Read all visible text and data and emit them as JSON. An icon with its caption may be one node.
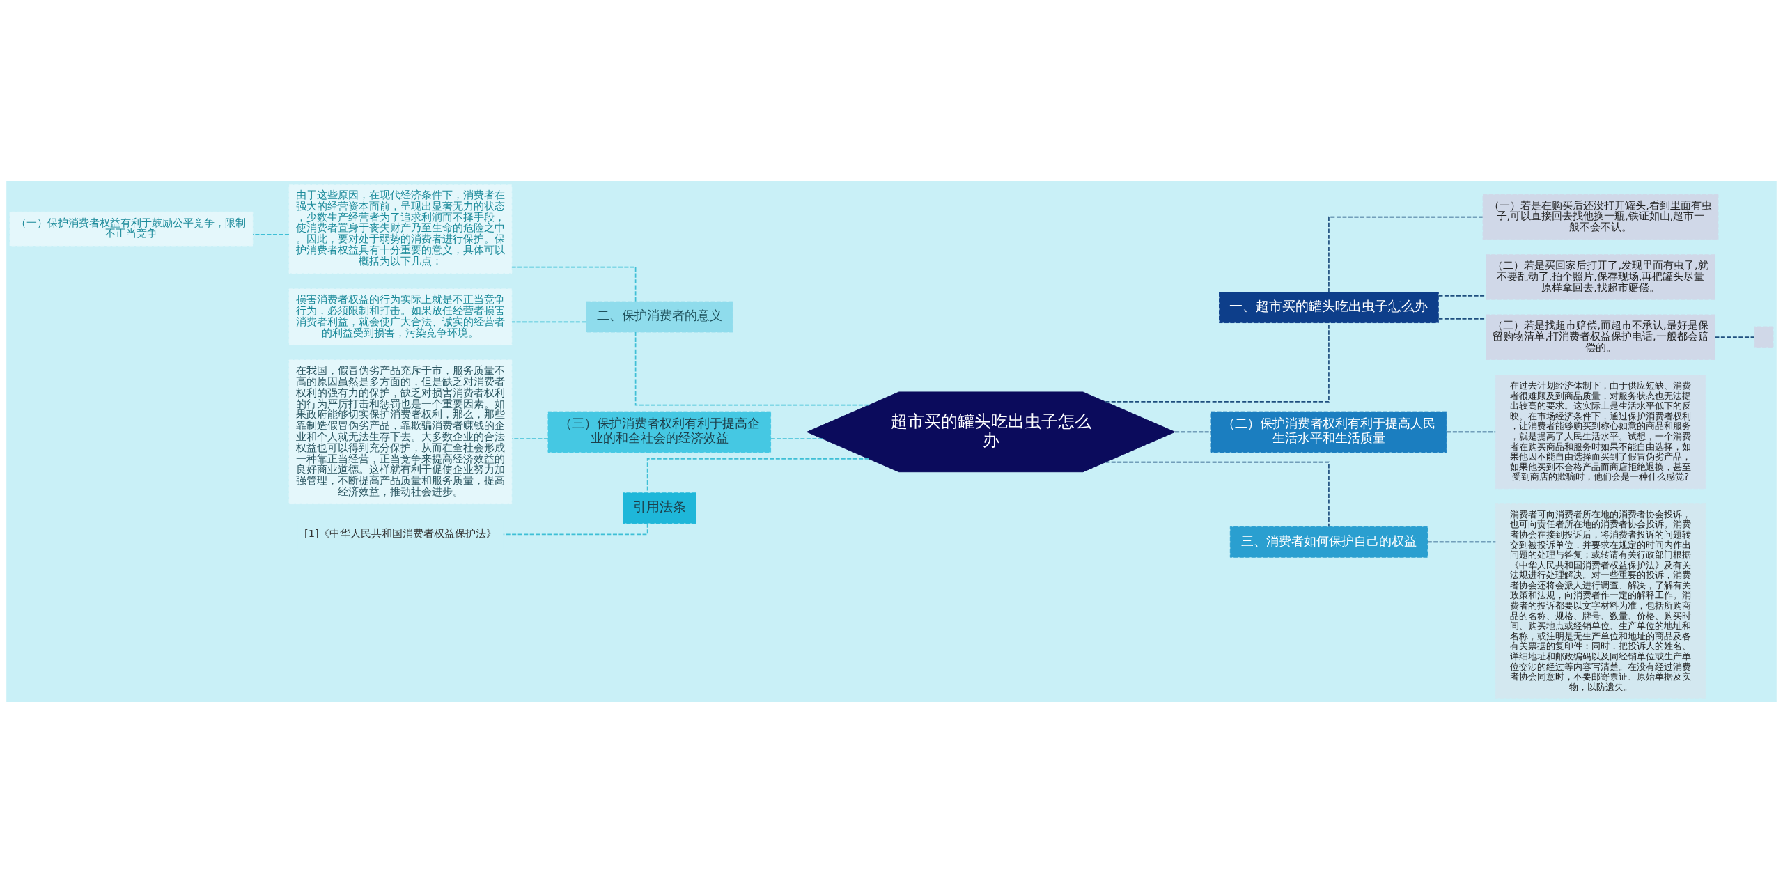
{
  "diagram": {
    "nodes": [
      {
        "text": [
          "超市买的罐头吃出虫子怎么办"
        ]
      },
      {
        "text": [
          "一、超市买的罐头吃出虫子怎么办"
        ]
      },
      {
        "text": [
          "（一）若是在购买后还没打开罐头,看到里面有虫子,可以直接回去找他换一瓶,铁证如山,超市一般不会不认。"
        ]
      },
      {
        "text": [
          "（二）若是买回家后打开了,发现里面有虫子,就不要乱动了,拍个照片,保存现场,再把罐头尽量原样拿回去,找超市赔偿。"
        ]
      },
      {
        "text": [
          "（三）若是找超市赔偿,而超市不承认,最好是保留购物清单,打消费者权益保护电话,一般都会赔偿的。"
        ]
      },
      {
        "text": [],
        "shape": "box"
      },
      {
        "text": [
          "（二）保护消费者权利有利于提高人民生活水平和生活质量"
        ]
      },
      {
        "text": [
          "在过去计划经济体制下，由于供应短缺、消费者很难顾及到商品质量，对服务状态也无法提出较高的要求。这实际上是生活水平低下的反映。在市场经济条件下，通过保护消费者权利，让消费者能够购买到称心如意的商品和服务，就是提高了人民生活水平。试想，一个消费者在购买商品和服务时如果不能自由选择，如果他因不能自由选择而买到了假冒伪劣产品，如果他买到不合格产品而商店拒绝退换，甚至受到商店的欺骗时，他们会是一种什么感觉?"
        ]
      },
      {
        "text": [
          "三、消费者如何保护自己的权益"
        ]
      },
      {
        "text": [
          "消费者可向消费者所在地的消费者协会投诉，也可向责任者所在地的消费者协会投诉。消费者协会在接到投诉后，将消费者投诉的问题转交到被投诉单位，并要求在规定的时间内作出问题的处理与答复；或转请有关行政部门根据《中华人民共和国消费者权益保护法》及有关法规进行处理解决。对一些重要的投诉，消费者协会还将会派人进行调查、解决，了解有关政策和法规，向消费者作一定的解释工作。消费者的投诉都要以文字材料为准，包括所购商品的名称、规格、牌号、数量、价格、购买时间、购买地点或经销单位、生产单位的地址和名称，或注明是无生产单位和地址的商品及各有关票据的复印件；同时，把投诉人的姓名、详细地址和邮政编码以及同经销单位或生产单位交涉的经过等内容写清楚。在没有经过消费者协会同意时，不要邮寄票证、原始单据及实物，以防遗失。"
        ]
      },
      {
        "text": [
          "二、保护消费者的意义"
        ]
      },
      {
        "text": [
          "由于这些原因，在现代经济条件下，消费者在强大的经营资本面前，呈现出显著无力的状态，少数生产经营者为了追求利润而不择手段，使消费者置身于丧失财产乃至生命的危险之中。因此，要对处于弱势的消费者进行保护。保护消费者权益具有十分重要的意义，具体可以概括为以下几点："
        ]
      },
      {
        "text": [
          "（一）保护消费者权益有利于鼓励公平竞争，限制不正当竞争"
        ]
      },
      {
        "text": [
          "损害消费者权益的行为实际上就是不正当竞争行为，必须限制和打击。如果放任经营者损害消费者利益，就会使广大合法、诚实的经营者的利益受到损害，污染竞争环境。"
        ]
      },
      {
        "text": [
          "（三）保护消费者权利有利于提高企业的和全社会的经济效益"
        ]
      },
      {
        "text": [
          "在我国，假冒伪劣产品充斥于市，服务质量不高的原因虽然是多方面的，但是缺乏对消费者权利的强有力的保护，缺乏对损害消费者权利的行为严厉打击和惩罚也是一个重要因素。如果政府能够切实保护消费者权利，那么，那些靠制造假冒伪劣产品，靠欺骗消费者赚钱的企业和个人就无法生存下去。大多数企业的合法权益也可以得到充分保护，从而在全社会形成一种靠正当经营，正当竞争来提高经济效益的良好商业道德。这样就有利于促使企业努力加强管理，不断提高产品质量和服务质量，提高经济效益，推动社会进步。"
        ]
      },
      {
        "text": [
          "引用法条"
        ]
      },
      {
        "text": [
          "[1]《中华人民共和国消费者权益保护法》"
        ]
      }
    ],
    "edges": [
      {
        "from": 0,
        "to": 1,
        "arrow": "none",
        "style": "dashed"
      },
      {
        "from": 1,
        "to": 2,
        "arrow": "none",
        "style": "dashed"
      },
      {
        "from": 1,
        "to": 3,
        "arrow": "none",
        "style": "dashed"
      },
      {
        "from": 1,
        "to": 4,
        "arrow": "none",
        "style": "dashed"
      },
      {
        "from": 4,
        "to": 5,
        "arrow": "none",
        "style": "dashed"
      },
      {
        "from": 0,
        "to": 6,
        "arrow": "none",
        "style": "dashed"
      },
      {
        "from": 6,
        "to": 7,
        "arrow": "none",
        "style": "dashed"
      },
      {
        "from": 0,
        "to": 8,
        "arrow": "none",
        "style": "dashed"
      },
      {
        "from": 8,
        "to": 9,
        "arrow": "none",
        "style": "dashed"
      },
      {
        "from": 0,
        "to": 10,
        "arrow": "none",
        "style": "dashed",
        "color": "#3fbfd6"
      },
      {
        "from": 10,
        "to": 11,
        "arrow": "none",
        "style": "dashed",
        "color": "#3fbfd6"
      },
      {
        "from": 11,
        "to": 12,
        "arrow": "none",
        "style": "dashed",
        "color": "#3fbfd6"
      },
      {
        "from": 10,
        "to": 13,
        "arrow": "none",
        "style": "dashed",
        "color": "#3fbfd6"
      },
      {
        "from": 0,
        "to": 14,
        "arrow": "none",
        "style": "dashed",
        "color": "#3fbfd6"
      },
      {
        "from": 14,
        "to": 15,
        "arrow": "none",
        "style": "dashed",
        "color": "#3fbfd6"
      },
      {
        "from": 0,
        "to": 16,
        "arrow": "none",
        "style": "dashed",
        "color": "#3fbfd6"
      },
      {
        "from": 16,
        "to": 17,
        "arrow": "none",
        "style": "dashed",
        "color": "#3fbfd6"
      }
    ]
  }
}
